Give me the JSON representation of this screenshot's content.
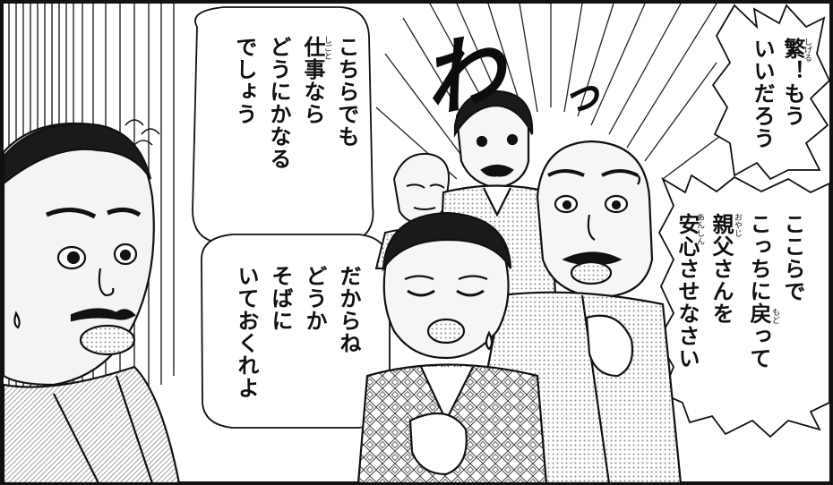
{
  "panel": {
    "sfx_main": "わ",
    "sfx_small": "っ"
  },
  "dialogue": {
    "shigeru_balloon": [
      "繁！もう",
      "いいだろう"
    ],
    "father_balloon": [
      "ここらで",
      "こっちに戻って",
      "親父さんを",
      "安心させなさい"
    ],
    "son_balloon": [
      "こちらでも",
      "仕事なら",
      "どうにかなる",
      "でしょう"
    ],
    "mother_balloon": [
      "だからね",
      "どうか",
      "そばに",
      "いておくれよ"
    ]
  },
  "furigana": {
    "shigeru": "しげる",
    "modo": "もど",
    "oyaji": "おやじ",
    "anshin": "あんしん",
    "shigoto": "しごと"
  }
}
